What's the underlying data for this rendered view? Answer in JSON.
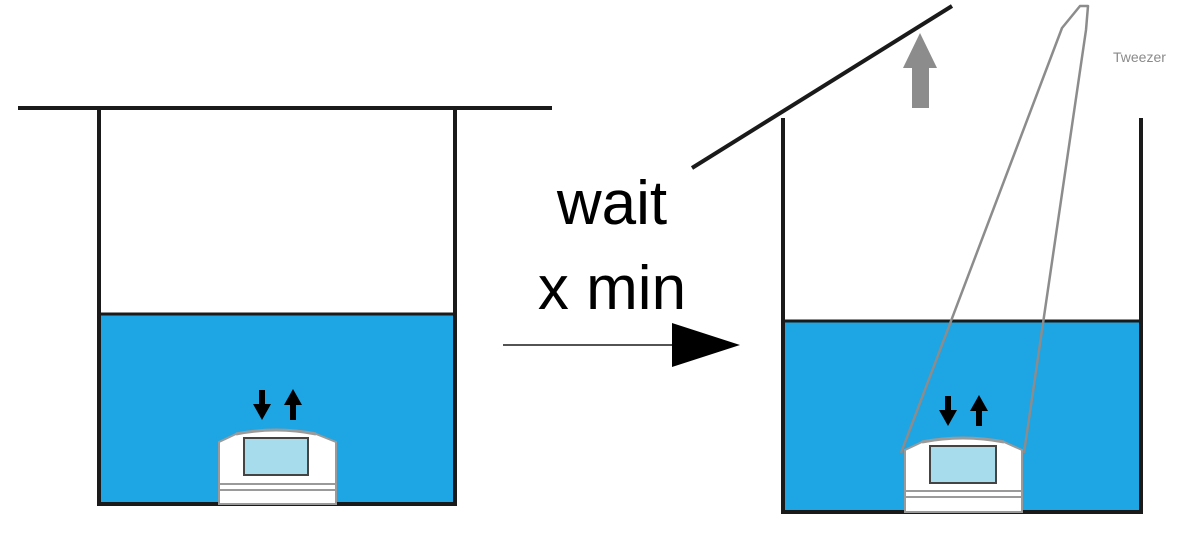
{
  "step_label": {
    "line1": "wait",
    "line2": "x min"
  },
  "tweezer_label": "Tweezer",
  "colors": {
    "water": "#1ea5e3",
    "outline": "#1a1a1a",
    "sample_window": "#a6dcec",
    "holder_fill": "#ffffff",
    "holder_rim": "#9a9a9a",
    "tweezer_line": "#8c8c8c",
    "lift_arrow": "#8c8c8c"
  }
}
